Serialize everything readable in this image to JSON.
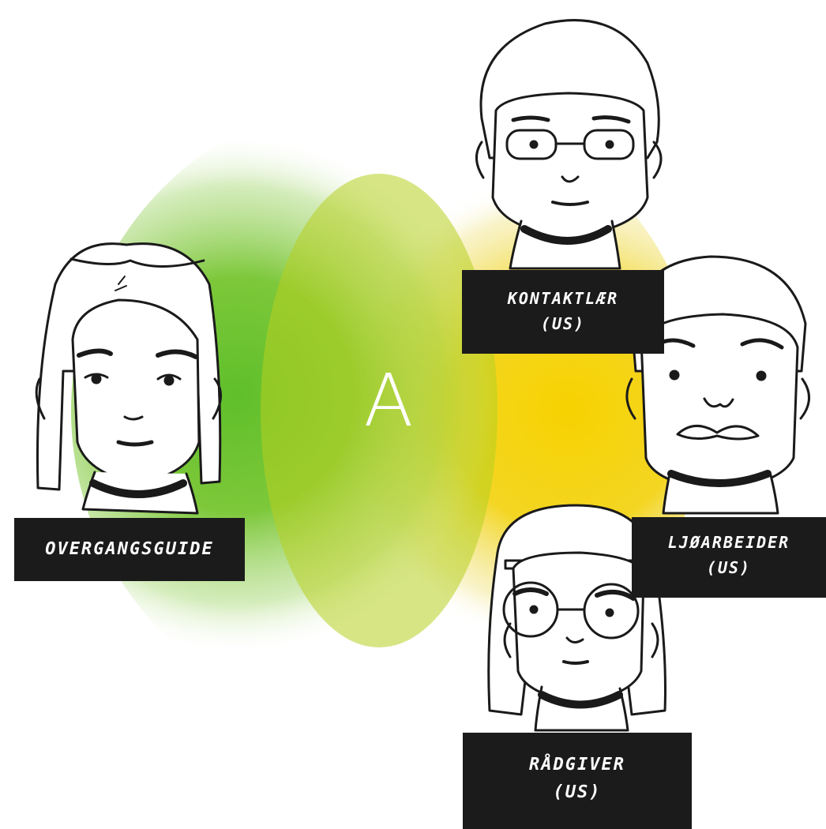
{
  "center": {
    "letter": "A"
  },
  "colors": {
    "green": "#6cc230",
    "yellow": "#f6d400",
    "label_bg": "#1b1b1b",
    "label_text": "#ffffff"
  },
  "characters": [
    {
      "id": "overgangsguide",
      "label_line1": "OVERGANGSGUIDE",
      "label_line2": ""
    },
    {
      "id": "kontaktlaerer",
      "label_line1": "KONTAKTLÆR",
      "label_line2": "(US)"
    },
    {
      "id": "miljoarbeider",
      "label_line1": "LJØARBEIDER",
      "label_line2": "(US)"
    },
    {
      "id": "radgiver",
      "label_line1": "RÅDGIVER",
      "label_line2": "(US)"
    }
  ]
}
